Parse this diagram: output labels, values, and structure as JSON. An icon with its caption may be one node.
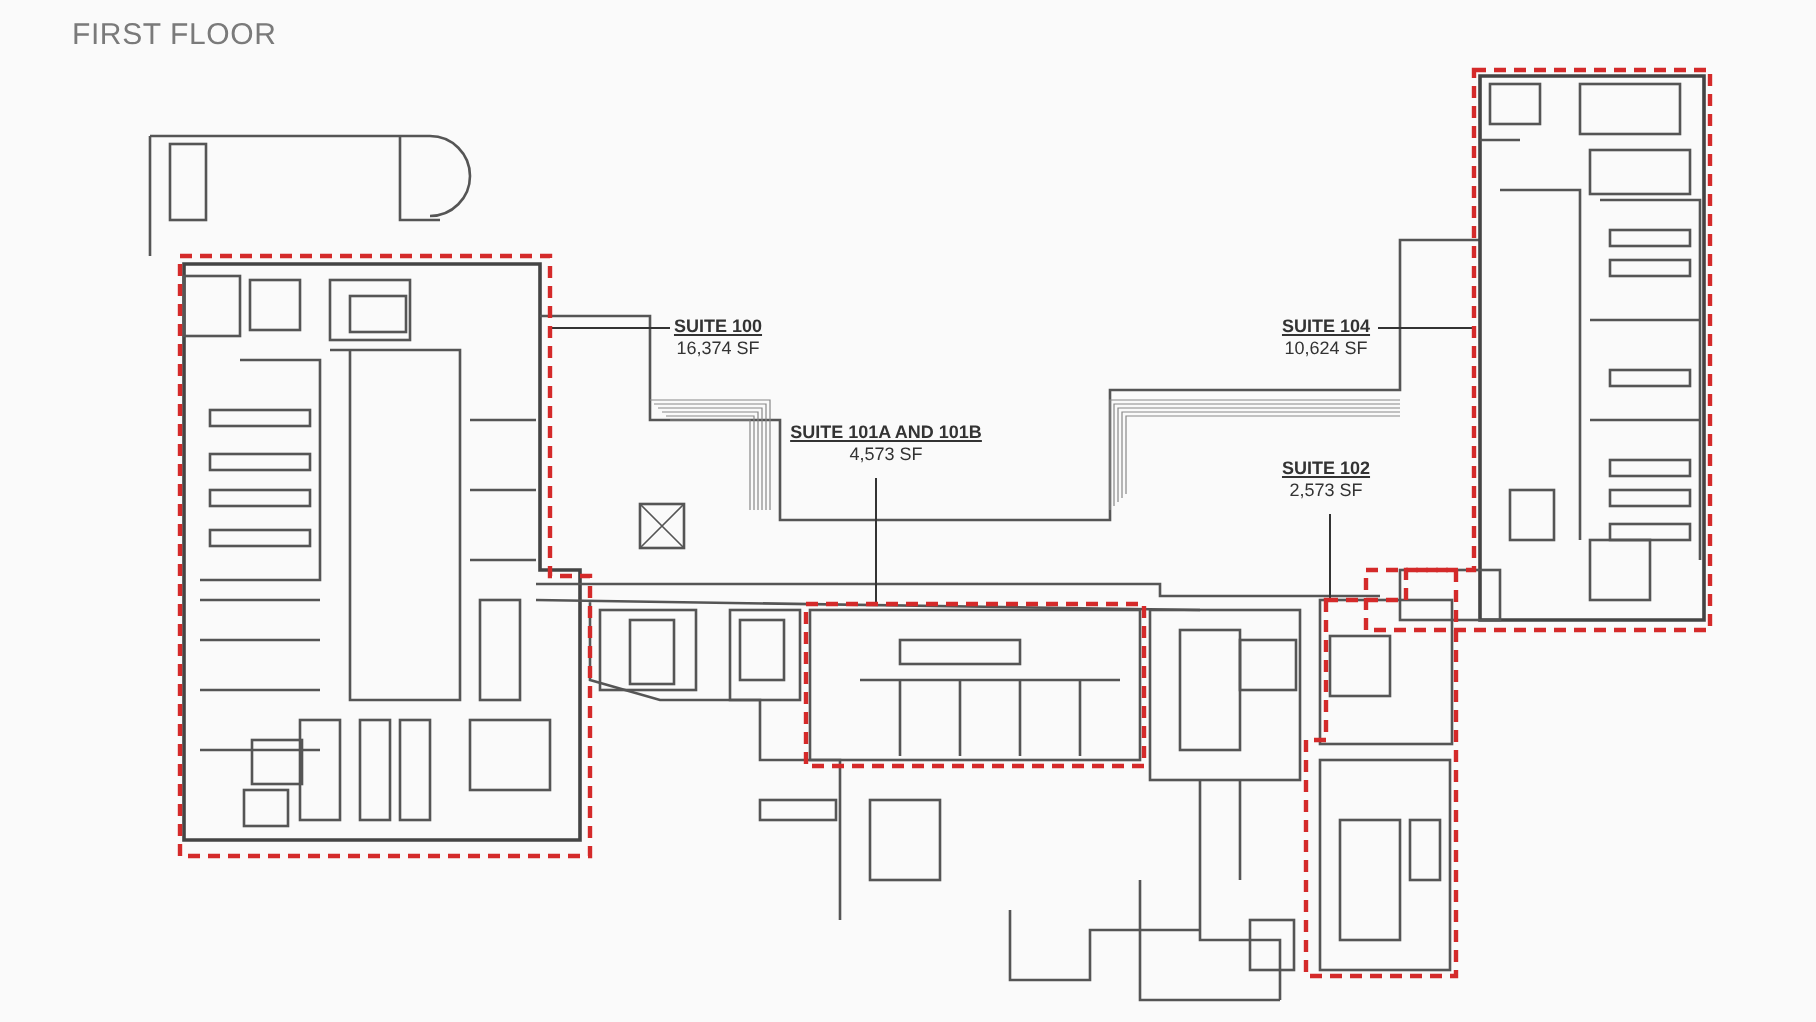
{
  "diagram": {
    "title": "FIRST FLOOR",
    "nodes": [
      {
        "text": [
          "SUITE 100",
          "16,374 SF"
        ]
      },
      {
        "text": [],
        "shape": "box"
      },
      {
        "text": [
          "SUITE 101A AND 101B",
          "4,573 SF"
        ]
      },
      {
        "text": [],
        "shape": "box"
      },
      {
        "text": [
          "SUITE 104",
          "10,624 SF"
        ]
      },
      {
        "text": [],
        "shape": "box"
      },
      {
        "text": [
          "SUITE 102",
          "2,573 SF"
        ]
      },
      {
        "text": [],
        "shape": "box"
      }
    ],
    "edges": [
      {
        "from": 0,
        "to": 1,
        "arrow": "none"
      },
      {
        "from": 2,
        "to": 3,
        "arrow": "none"
      },
      {
        "from": 4,
        "to": 5,
        "arrow": "none"
      },
      {
        "from": 6,
        "to": 7,
        "arrow": "none"
      }
    ]
  }
}
